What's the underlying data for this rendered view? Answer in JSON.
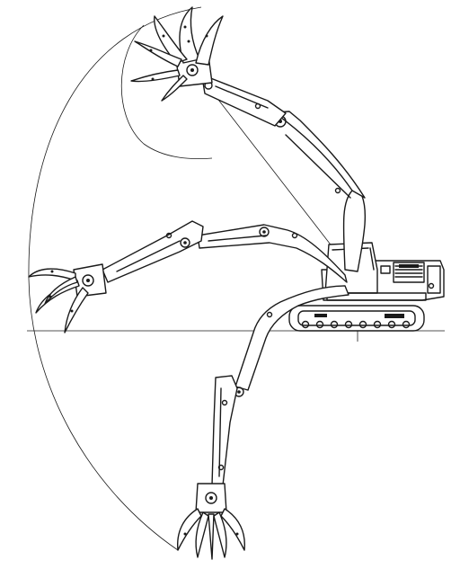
{
  "drawing": {
    "subject": "excavator-with-grapple-working-range",
    "line_color": "#1a1a1a",
    "background": "#ffffff",
    "poses": [
      "raised",
      "horizontal-reach",
      "lowered"
    ]
  }
}
